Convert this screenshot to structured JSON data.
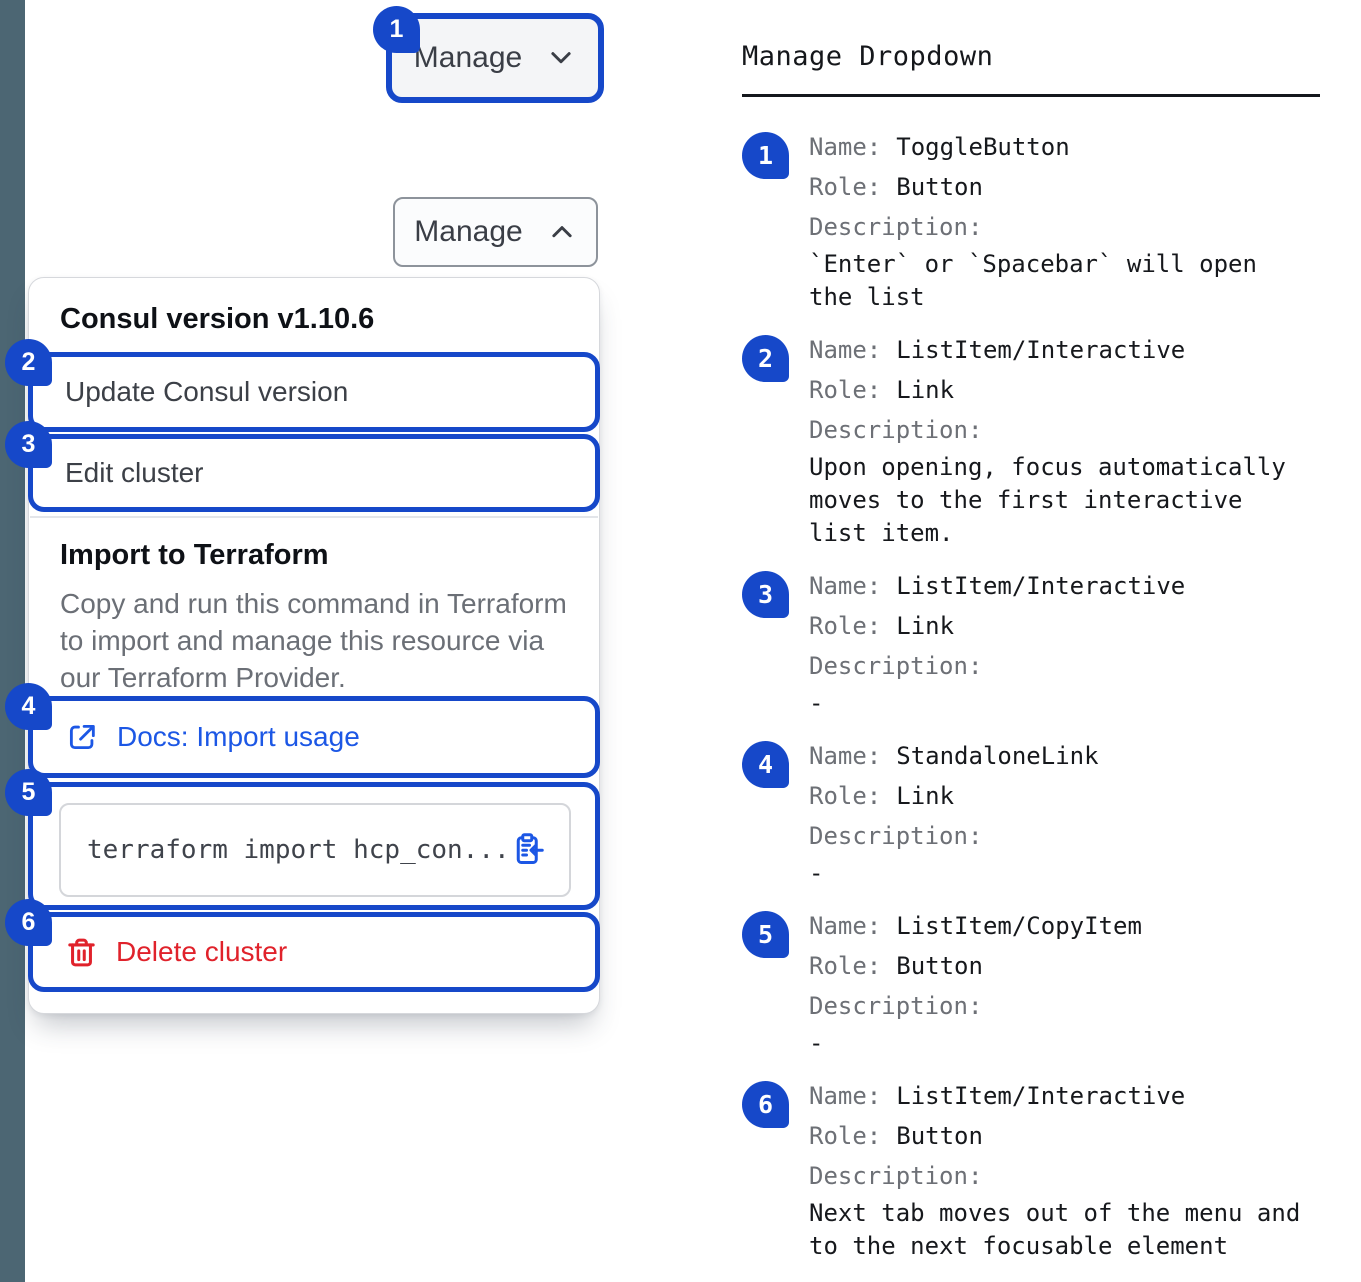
{
  "colors": {
    "annotation_blue": "#1648c9",
    "link_blue": "#1c57e5",
    "danger_red": "#e0222b",
    "sidebar_strip": "#4c6673"
  },
  "figure": {
    "badges": [
      "1",
      "2",
      "3",
      "4",
      "5",
      "6"
    ],
    "toggle_collapsed": {
      "label": "Manage"
    },
    "toggle_expanded": {
      "label": "Manage"
    },
    "menu": {
      "version_header": "Consul version v1.10.6",
      "update_item": "Update Consul version",
      "edit_item": "Edit cluster",
      "import_header": "Import to Terraform",
      "import_description": "Copy and run this command in Terraform to import and manage this resource via our Terraform Provider.",
      "docs_link": "Docs: Import usage",
      "code_snippet": "terraform import hcp_con...",
      "delete_item": "Delete cluster"
    }
  },
  "legend": {
    "title": "Manage Dropdown",
    "labels": {
      "name": "Name:",
      "role": "Role:",
      "description": "Description:"
    },
    "items": [
      {
        "badge": "1",
        "name": "ToggleButton",
        "role": "Button",
        "description": "`Enter` or `Spacebar` will open the list"
      },
      {
        "badge": "2",
        "name": "ListItem/Interactive",
        "role": "Link",
        "description": "Upon opening, focus automatically moves to the first interactive list item."
      },
      {
        "badge": "3",
        "name": "ListItem/Interactive",
        "role": "Link",
        "description": "-"
      },
      {
        "badge": "4",
        "name": "StandaloneLink",
        "role": "Link",
        "description": "-"
      },
      {
        "badge": "5",
        "name": "ListItem/CopyItem",
        "role": "Button",
        "description": "-"
      },
      {
        "badge": "6",
        "name": "ListItem/Interactive",
        "role": "Button",
        "description": "Next tab moves out of the menu and to the next focusable element"
      }
    ]
  }
}
